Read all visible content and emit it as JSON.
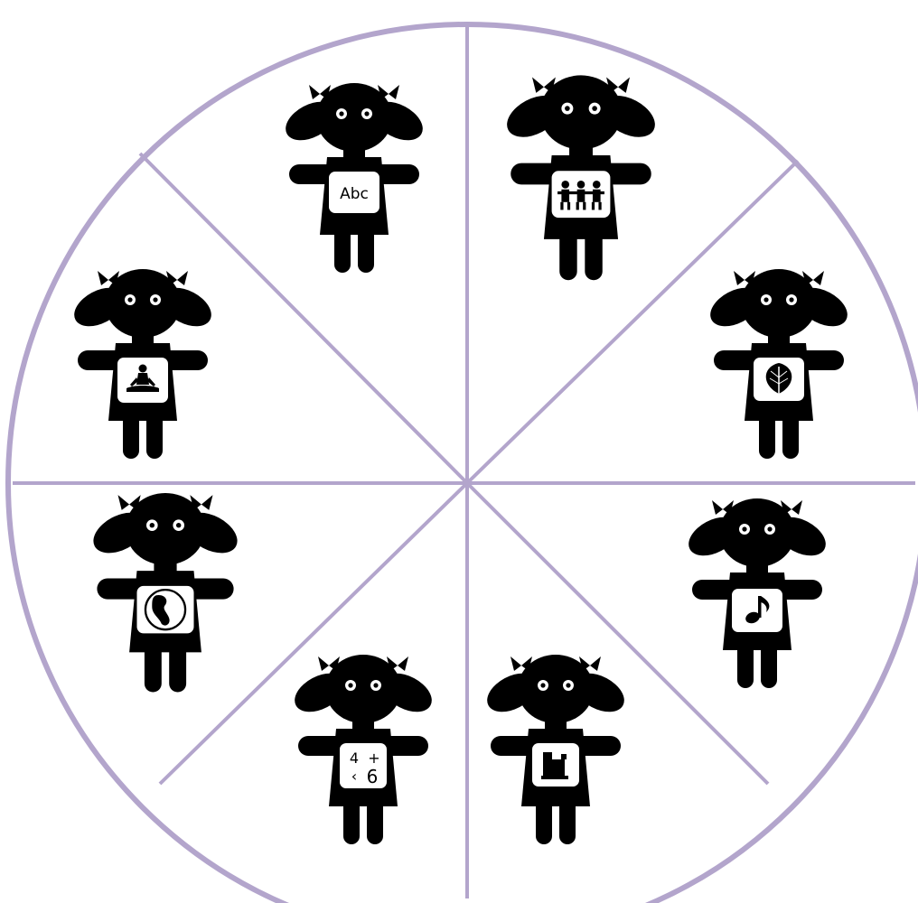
{
  "colors": {
    "ring": "#b3a5cc",
    "doll": "#000000",
    "background": "#ffffff",
    "badge": "#ffffff"
  },
  "segments": [
    {
      "id": "literacy",
      "icon": "abc-text-icon",
      "label": "Abc"
    },
    {
      "id": "social",
      "icon": "people-chain-icon"
    },
    {
      "id": "nature",
      "icon": "leaf-icon"
    },
    {
      "id": "music",
      "icon": "music-note-icon"
    },
    {
      "id": "art",
      "icon": "art-collage-icon"
    },
    {
      "id": "math",
      "icon": "math-symbols-icon",
      "math": {
        "a": "4",
        "b": "+",
        "c": "‹",
        "d": "6"
      }
    },
    {
      "id": "world",
      "icon": "globe-icon"
    },
    {
      "id": "wellbeing",
      "icon": "meditation-icon"
    }
  ]
}
